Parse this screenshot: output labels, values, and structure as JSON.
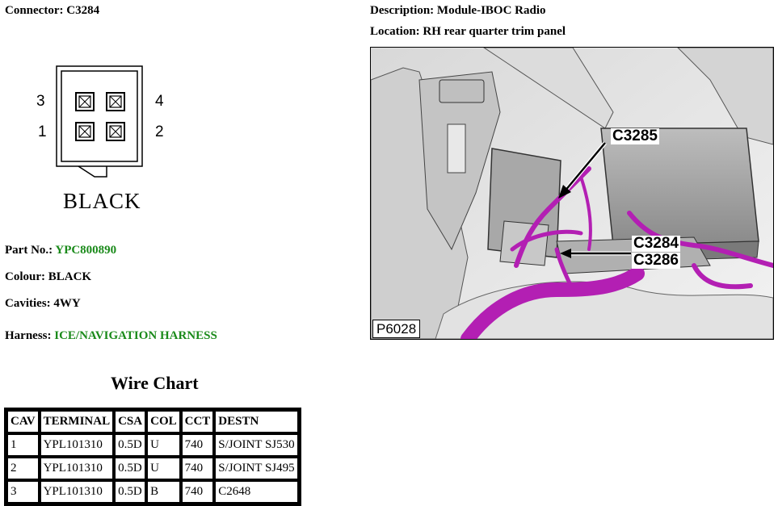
{
  "connector": {
    "label": "Connector:",
    "value": "C3284"
  },
  "description": {
    "label": "Description:",
    "value": "Module-IBOC Radio"
  },
  "location": {
    "label": "Location:",
    "value": "RH rear quarter trim panel"
  },
  "diagram": {
    "pins": {
      "p1": "1",
      "p2": "2",
      "p3": "3",
      "p4": "4"
    },
    "colour_text": "BLACK"
  },
  "part_no": {
    "label": "Part No.:",
    "value": "YPC800890"
  },
  "colour": {
    "label": "Colour:",
    "value": "BLACK"
  },
  "cavities": {
    "label": "Cavities:",
    "value": "4WY"
  },
  "harness": {
    "label": "Harness:",
    "value": "ICE/NAVIGATION HARNESS"
  },
  "link_color": "#1a8a1a",
  "wire_chart": {
    "title": "Wire Chart",
    "headers": [
      "CAV",
      "TERMINAL",
      "CSA",
      "COL",
      "CCT",
      "DESTN"
    ],
    "rows": [
      [
        "1",
        "YPL101310",
        "0.5D",
        "U",
        "740",
        "S/JOINT SJ530"
      ],
      [
        "2",
        "YPL101310",
        "0.5D",
        "U",
        "740",
        "S/JOINT SJ495"
      ],
      [
        "3",
        "YPL101310",
        "0.5D",
        "B",
        "740",
        "C2648"
      ]
    ]
  },
  "photo": {
    "callouts": {
      "c3285": "C3285",
      "c3284": "C3284",
      "c3286": "C3286"
    },
    "id": "P6028",
    "harness_color": "#b31fb3"
  }
}
